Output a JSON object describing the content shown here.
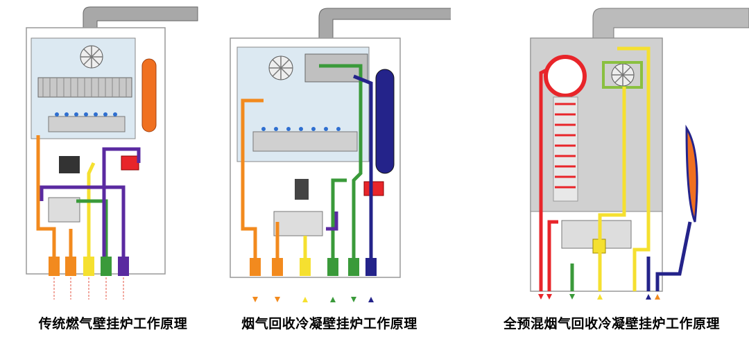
{
  "captions": {
    "traditional": "传统燃气壁挂炉工作原理",
    "flue_recovery": "烟气回收冷凝壁挂炉工作原理",
    "full_premix": "全预混烟气回收冷凝壁挂炉工作原理"
  },
  "colors": {
    "red": "#e8252a",
    "orange": "#f28a1e",
    "yellow": "#f5e030",
    "green": "#3a9a3a",
    "purple": "#5a2aa0",
    "navy": "#24238a",
    "flue_gray": "#9a9a9a",
    "casing_gray": "#d0d0d0",
    "tank_orange": "#f07020"
  }
}
